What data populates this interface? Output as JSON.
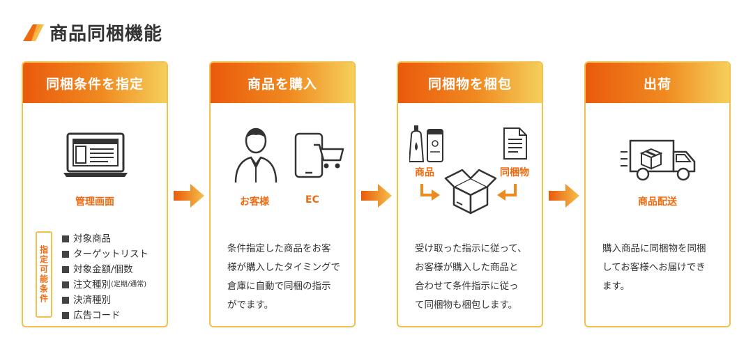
{
  "title": "商品同梱機能",
  "cards": [
    {
      "header": "同梱条件を指定",
      "icon_label": "管理画面",
      "conditions_label": "指定可能条件",
      "conditions": [
        {
          "text": "対象商品",
          "note": ""
        },
        {
          "text": "ターゲットリスト",
          "note": ""
        },
        {
          "text": "対象金額/個数",
          "note": ""
        },
        {
          "text": "注文種別",
          "note": "(定期/通常)"
        },
        {
          "text": "決済種別",
          "note": ""
        },
        {
          "text": "広告コード",
          "note": ""
        }
      ]
    },
    {
      "header": "商品を購入",
      "icon_label_customer": "お客様",
      "icon_label_ec": "EC",
      "description": [
        "条件指定した商品をお客",
        "様が購入したタイミングで",
        "倉庫に自動で同梱の指示",
        "がでます。"
      ]
    },
    {
      "header": "同梱物を梱包",
      "icon_label_product": "商品",
      "icon_label_bundle": "同梱物",
      "description": [
        "受け取った指示に従って、",
        "お客様が購入した商品と",
        "合わせて条件指示に従っ",
        "て同梱物も梱包します。"
      ]
    },
    {
      "header": "出荷",
      "icon_label": "商品配送",
      "description": [
        "購入商品に同梱物を同梱",
        "してお客様へお届けでき",
        "ます。"
      ]
    }
  ],
  "colors": {
    "accent": "#ee6a10",
    "border": "#f2c04c",
    "gradient_start": "#ea5a0c",
    "gradient_end": "#f5cf5a"
  }
}
